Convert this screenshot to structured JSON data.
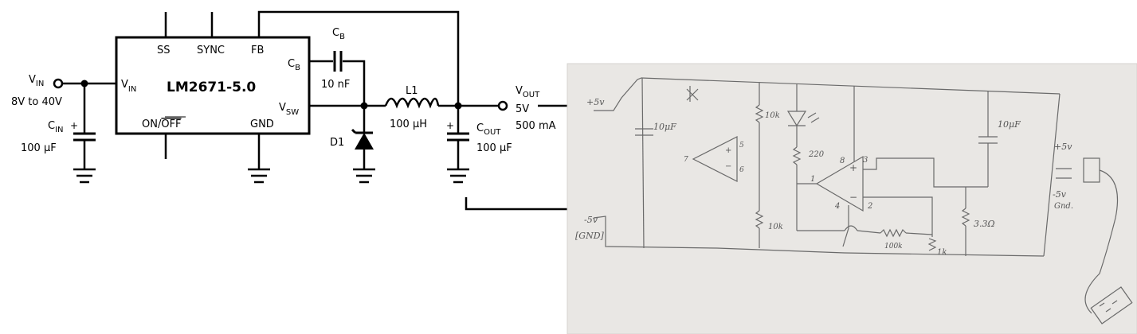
{
  "schematic": {
    "chip": {
      "name": "LM2671-5.0",
      "pins": {
        "ss": "SS",
        "sync": "SYNC",
        "fb": "FB",
        "cb": "C",
        "cb_sub": "B",
        "vin": "V",
        "vin_sub": "IN",
        "onoff": "ON/",
        "onoff_bar": "OFF",
        "gnd": "GND",
        "vsw": "V",
        "vsw_sub": "SW"
      }
    },
    "input": {
      "label": "V",
      "label_sub": "IN",
      "range": "8V to 40V"
    },
    "cin": {
      "label": "C",
      "label_sub": "IN",
      "value": "100 μF",
      "polarity": "+"
    },
    "cb_cap": {
      "label": "C",
      "label_sub": "B",
      "value": "10 nF"
    },
    "inductor": {
      "label": "L1",
      "value": "100 μH"
    },
    "diode": {
      "label": "D1"
    },
    "cout": {
      "label": "C",
      "label_sub": "OUT",
      "value": "100 μF",
      "polarity": "+"
    },
    "output": {
      "label": "V",
      "label_sub": "OUT",
      "voltage": "5V",
      "current": "500 mA"
    }
  },
  "photo": {
    "colors": {
      "paper": "#e9e7e4",
      "pencil": "#6a6a6a"
    },
    "labels": {
      "plus5_left": "+5v",
      "minus5_left": "-5v",
      "gnd_left": "[GND]",
      "cap1": "10μF",
      "res_top": "10k",
      "res_bottom": "10k",
      "res_led": "220",
      "pin8": "8",
      "pin3": "3",
      "pin1": "1",
      "pin4": "4",
      "pin2": "2",
      "plus_sign": "+",
      "minus_sign": "−",
      "small_pin5": "5",
      "small_pin6": "6",
      "small_pin7": "7",
      "res_feedback": "100k",
      "pot": "1k",
      "cap2": "10μF",
      "res_load": "3.3Ω",
      "plus5_right": "+5v",
      "minus5_right": "-5v",
      "gnd_right": "Gnd."
    }
  }
}
